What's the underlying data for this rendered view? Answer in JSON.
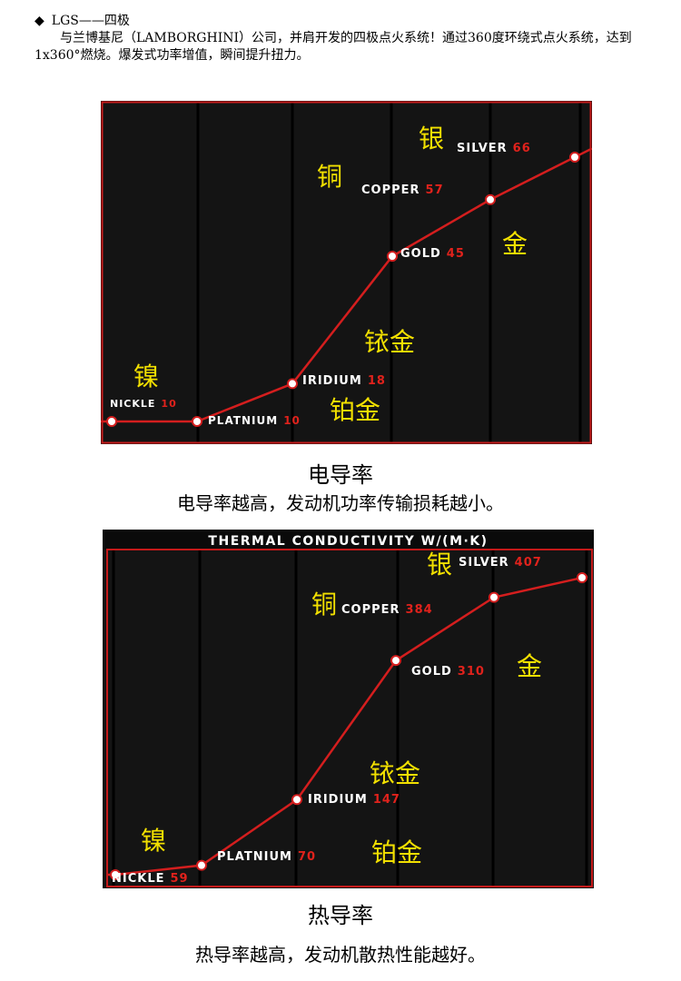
{
  "header": {
    "bullet": "◆",
    "title": "LGS——四极",
    "body": "与兰博基尼（LAMBORGHINI）公司，并肩开发的四极点火系统！通过360度环绕式点火系统，达到1x360°燃烧。爆发式功率增值，瞬间提升扭力。"
  },
  "captions": {
    "electrical_title": "电导率",
    "electrical_desc": "电导率越高，发动机功率传输损耗越小。",
    "thermal_title": "热导率",
    "thermal_desc": "热导率越高，发动机散热性能越好。"
  },
  "colors": {
    "background": "#141414",
    "frame": "#c41a1a",
    "line": "#d41e1e",
    "value": "#e0221c",
    "label": "#ffffff",
    "chinese_label": "#f2e000",
    "column_stripe": "#222222"
  },
  "chart_data": [
    {
      "type": "line",
      "title": "",
      "categories": [
        "NICKLE",
        "PLATNIUM",
        "IRIDIUM",
        "GOLD",
        "COPPER",
        "SILVER"
      ],
      "values": [
        10,
        10,
        18,
        45,
        57,
        66
      ],
      "chinese_labels": [
        "镍",
        "铂金",
        "铱金",
        "金",
        "铜",
        "银"
      ],
      "ylim": [
        0,
        70
      ],
      "grid": true,
      "legend": "none"
    },
    {
      "type": "line",
      "title": "THERMAL CONDUCTIVITY W/(M·K)",
      "categories": [
        "NICKLE",
        "PLATNIUM",
        "IRIDIUM",
        "GOLD",
        "COPPER",
        "SILVER"
      ],
      "values": [
        59,
        70,
        147,
        310,
        384,
        407
      ],
      "chinese_labels": [
        "镍",
        "铂金",
        "铱金",
        "金",
        "铜",
        "银"
      ],
      "ylim": [
        0,
        430
      ],
      "grid": true,
      "legend": "none"
    }
  ]
}
